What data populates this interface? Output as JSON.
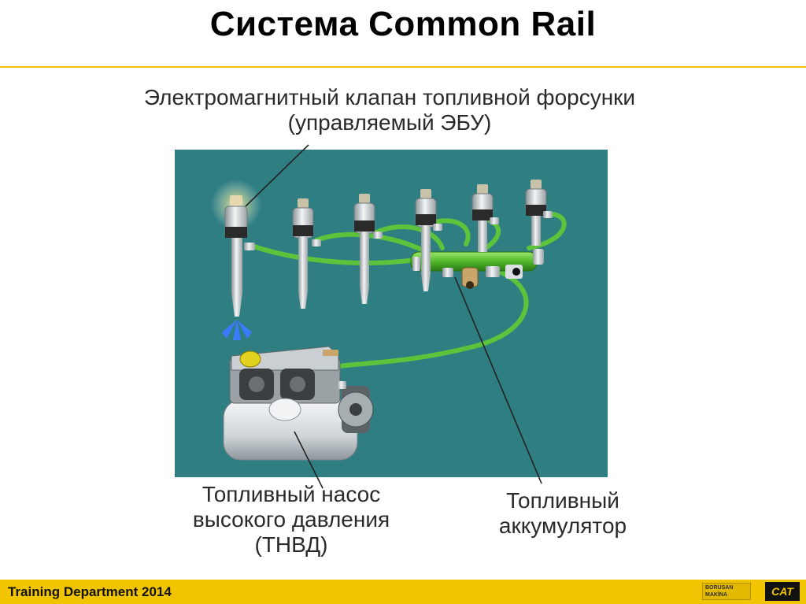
{
  "slide": {
    "title": "Система Common Rail"
  },
  "labels": {
    "valve_line1": "Электромагнитный клапан топливной форсунки",
    "valve_line2": "(управляемый ЭБУ)",
    "pump_line1": "Топливный насос",
    "pump_line2": "высокого давления",
    "pump_line3": "(ТНВД)",
    "accumulator_line1": "Топливный",
    "accumulator_line2": "аккумулятор"
  },
  "footer": {
    "text": "Training Department 2014",
    "logo_borusan": "BORUSAN MAKİNA",
    "logo_cat": "CAT"
  },
  "colors": {
    "accent_yellow": "#f1c400",
    "scene_background": "#2f7e82",
    "fuel_line_green": "#5cc43a",
    "spray_blue": "#3a7bff"
  }
}
